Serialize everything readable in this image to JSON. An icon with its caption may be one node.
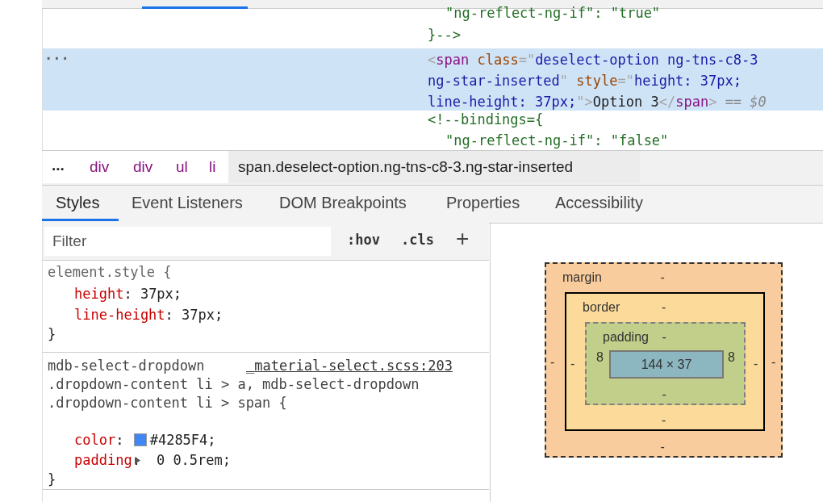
{
  "diagram": {
    "nodes": [
      {
        "text": [
          "margin",
          "-",
          "-",
          "-",
          "-"
        ]
      },
      {
        "text": [
          "border",
          "-",
          "-",
          "-",
          "-"
        ],
        "in": 0
      },
      {
        "text": [
          "padding",
          "-",
          "8",
          "8",
          "-"
        ],
        "in": 1
      },
      {
        "text": [
          "144 × 37"
        ],
        "in": 2
      }
    ],
    "labels": [
      "\"ng-reflect-ng-if\": \"true\"",
      "}-->",
      "...",
      "<span class=\"deselect-option ng-tns-c8-3 ng-star-inserted\" style=\"height: 37px; line-height: 37px;\">Option 3</span> == $0",
      "<!--bindings={",
      "\"ng-reflect-ng-if\": \"false\"",
      "...",
      "div",
      "div",
      "ul",
      "li",
      "span.deselect-option.ng-tns-c8-3.ng-star-inserted",
      "Styles",
      "Event Listeners",
      "DOM Breakpoints",
      "Properties",
      "Accessibility",
      "Filter",
      ":hov",
      ".cls",
      "+",
      "element.style {",
      "height: 37px;",
      "line-height: 37px;",
      "}",
      "mdb-select-dropdown .dropdown-content li > a, mdb-select-dropdown .dropdown-content li > span {",
      "_material-select.scss:203",
      "color: #4285F4;",
      "padding: 0 0.5rem;",
      "}"
    ]
  }
}
